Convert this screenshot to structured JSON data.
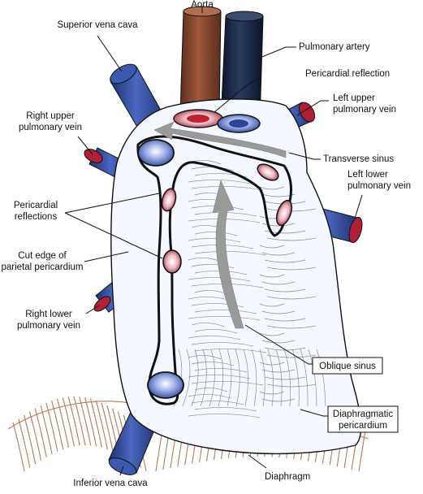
{
  "labels": {
    "aorta": "Aorta",
    "superior_vena_cava": "Superior vena cava",
    "pulmonary_artery": "Pulmonary artery",
    "pericardial_reflection": "Pericardial reflection",
    "left_upper_pulmonary_vein": [
      "Left upper",
      "pulmonary vein"
    ],
    "right_upper_pulmonary_vein": [
      "Right upper",
      "pulmonary vein"
    ],
    "transverse_sinus": "Transverse sinus",
    "left_lower_pulmonary_vein": [
      "Left lower",
      "pulmonary vein"
    ],
    "pericardial_reflections": [
      "Pericardial",
      "reflections"
    ],
    "cut_edge_parietal_pericardium": [
      "Cut edge of",
      "parietal pericardium"
    ],
    "right_lower_pulmonary_vein": [
      "Right lower",
      "pulmonary vein"
    ],
    "oblique_sinus": "Oblique sinus",
    "diaphragmatic_pericardium": [
      "Diaphragmatic",
      "pericardium"
    ],
    "inferior_vena_cava": "Inferior vena cava",
    "diaphragm": "Diaphragm"
  },
  "colors": {
    "aorta": "#8a4a30",
    "pulmonary_artery": "#1a2a4a",
    "vein_blue": "#3550a0",
    "vein_red": "#b01f35",
    "sinus_arrow": "#9a9a9a",
    "diaphragm": "#b47a55",
    "outline": "#111111"
  }
}
